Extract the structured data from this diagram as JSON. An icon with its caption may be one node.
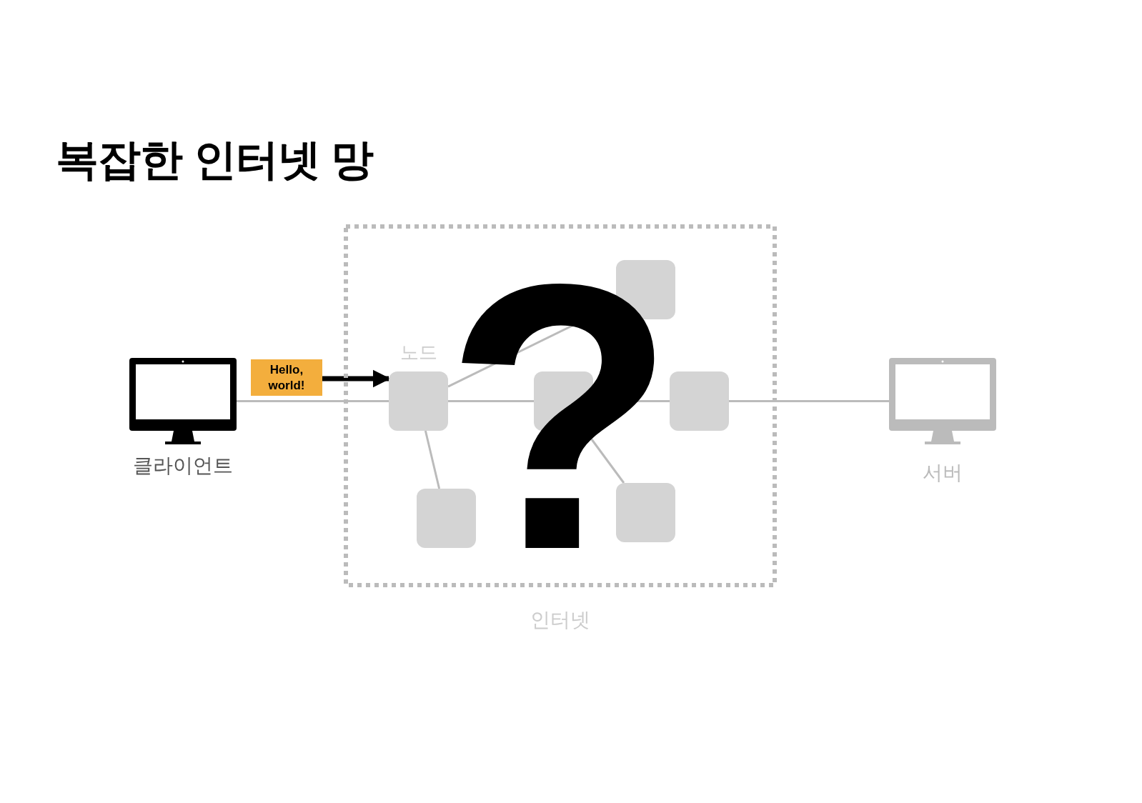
{
  "diagram": {
    "title": "복잡한 인터넷 망",
    "nodes": [
      {
        "text": [
          "인터넷"
        ]
      },
      {
        "text": [
          "클라이언트"
        ]
      },
      {
        "text": [
          "Hello, world!"
        ]
      },
      {
        "text": [
          "노드"
        ],
        "in": 0
      },
      {
        "text": [],
        "shape": "box",
        "in": 0
      },
      {
        "text": [],
        "shape": "box",
        "in": 0
      },
      {
        "text": [],
        "shape": "box",
        "in": 0
      },
      {
        "text": [],
        "shape": "box",
        "in": 0
      },
      {
        "text": [],
        "shape": "box",
        "in": 0
      },
      {
        "text": [
          "서버"
        ]
      }
    ],
    "edges": [
      {
        "from": 1,
        "to": 3,
        "arrow": "none"
      },
      {
        "from": 2,
        "to": 3,
        "arrow": "to",
        "style": "thick",
        "color": "#000000"
      },
      {
        "from": 3,
        "to": 4,
        "arrow": "none"
      },
      {
        "from": 3,
        "to": 5,
        "arrow": "none"
      },
      {
        "from": 3,
        "to": 7,
        "arrow": "none"
      },
      {
        "from": 5,
        "to": 6,
        "arrow": "none"
      },
      {
        "from": 5,
        "to": 8,
        "arrow": "none"
      },
      {
        "from": 6,
        "to": 9,
        "arrow": "none"
      }
    ],
    "labels": [
      "?"
    ]
  }
}
